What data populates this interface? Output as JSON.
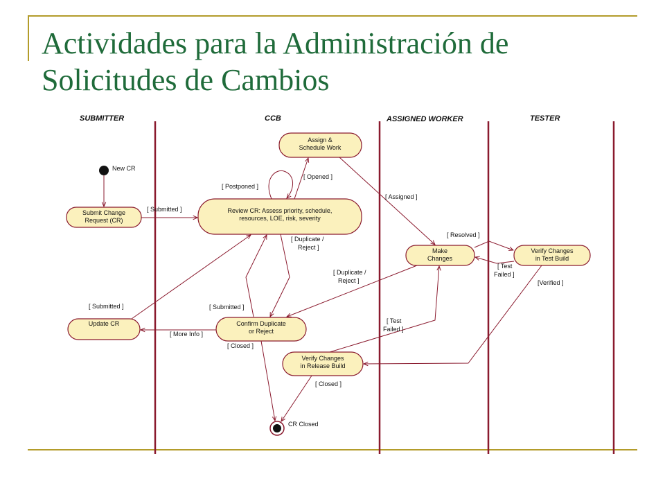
{
  "slide": {
    "title_line1": "Actividades para la Administración de",
    "title_line2": "Solicitudes de Cambios"
  },
  "colors": {
    "title": "#1f6b3a",
    "accent_rule": "#b39c2a",
    "diagram_line": "#8a1a2e",
    "node_fill": "#fbf1bd"
  },
  "diagram": {
    "lanes": [
      "SUBMITTER",
      "CCB",
      "ASSIGNED WORKER",
      "TESTER"
    ],
    "start_label": "New CR",
    "end_label": "CR Closed",
    "nodes": {
      "submit": [
        "Submit Change",
        "Request (CR)"
      ],
      "assign": [
        "Assign &",
        "Schedule Work"
      ],
      "review": [
        "Review CR: Assess priority, schedule,",
        "resources, LOE, risk, severity"
      ],
      "make": [
        "Make",
        "Changes"
      ],
      "verify_test": [
        "Verify Changes",
        "in Test Build"
      ],
      "update": [
        "Update CR"
      ],
      "confirm": [
        "Confirm Duplicate",
        "or Reject"
      ],
      "verify_release": [
        "Verify Changes",
        "in Release Build"
      ]
    },
    "edge_labels": {
      "submitted_1": "[ Submitted ]",
      "postponed": "[ Postponed ]",
      "opened": "[ Opened ]",
      "assigned": "[ Assigned ]",
      "dup_reject_1": [
        "[ Duplicate /",
        "Reject ]"
      ],
      "resolved": "[ Resolved ]",
      "test_failed_1": [
        "[ Test",
        "Failed ]"
      ],
      "verified": "[Verified ]",
      "dup_reject_2": [
        "[ Duplicate /",
        "Reject ]"
      ],
      "submitted_2": "[ Submitted ]",
      "submitted_3": "[ Submitted ]",
      "test_failed_2": [
        "[ Test",
        "Failed ]"
      ],
      "more_info": "[ More Info ]",
      "closed_1": "[ Closed ]",
      "closed_2": "[ Closed ]"
    }
  }
}
